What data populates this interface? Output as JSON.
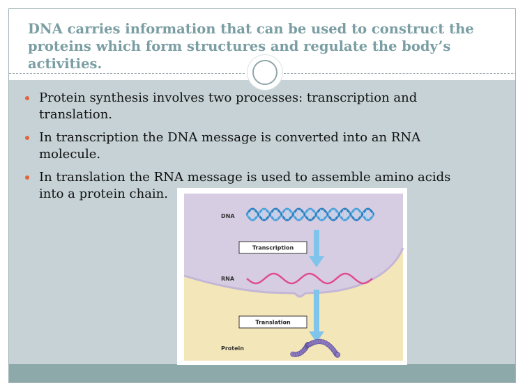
{
  "slide": {
    "title": "DNA carries information that can be used to construct the proteins which form structures and regulate the body’s activities.",
    "bullets": [
      "Protein synthesis involves two processes:  transcription and translation.",
      "In transcription the DNA message is converted into an RNA molecule.",
      "In translation the RNA message is used to assemble amino acids into a protein chain."
    ]
  },
  "figure": {
    "labels": {
      "dna": "DNA",
      "rna": "RNA",
      "protein": "Protein"
    },
    "steps": {
      "transcription": "Transcription",
      "translation": "Translation"
    },
    "colors": {
      "nucleus": "#d6cde3",
      "cytoplasm": "#f3e6b8",
      "dna_strand": "#4a9fd8",
      "rna_strand": "#e04c8c",
      "arrow": "#7fc4ea",
      "protein": "#8d7cc0",
      "bullet": "#e0653c",
      "title": "#7a9ea3"
    }
  }
}
